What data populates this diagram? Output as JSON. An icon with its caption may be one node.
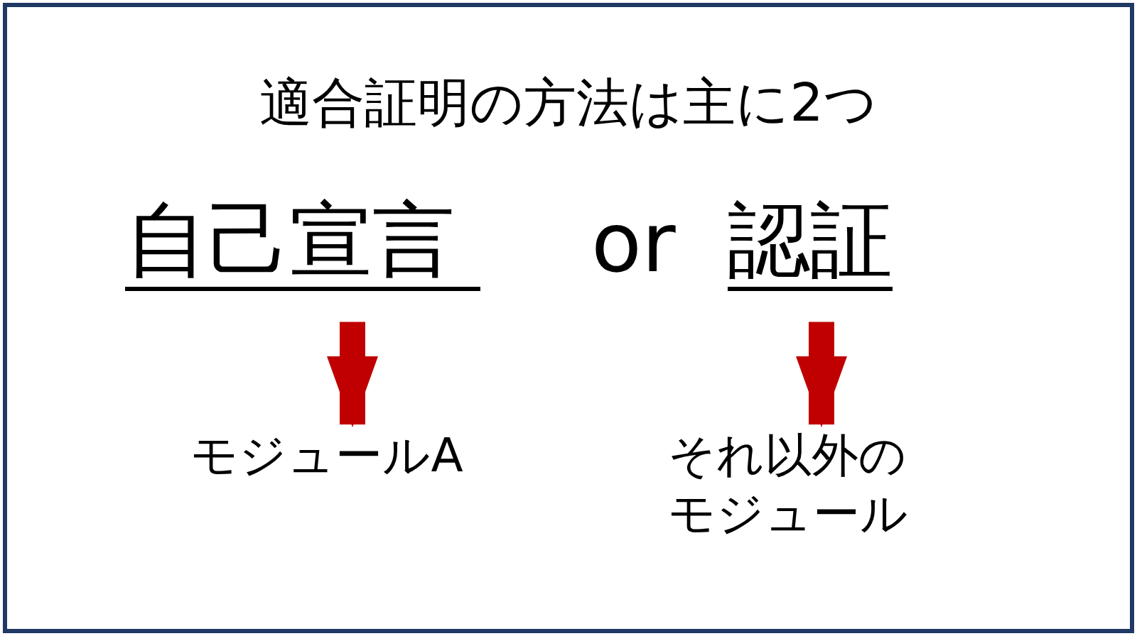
{
  "diagram": {
    "title": "適合証明の方法は主に2つ",
    "nodes": [
      {
        "text": [
          "自己宣言"
        ]
      },
      {
        "text": [
          "認証"
        ]
      },
      {
        "text": [
          "モジュールA"
        ]
      },
      {
        "text": [
          "それ以外のモジュール"
        ]
      }
    ],
    "edges": [
      {
        "from": 0,
        "to": 2,
        "arrow": "to"
      },
      {
        "from": 1,
        "to": 3,
        "arrow": "to"
      }
    ],
    "labels": [
      "or"
    ]
  }
}
